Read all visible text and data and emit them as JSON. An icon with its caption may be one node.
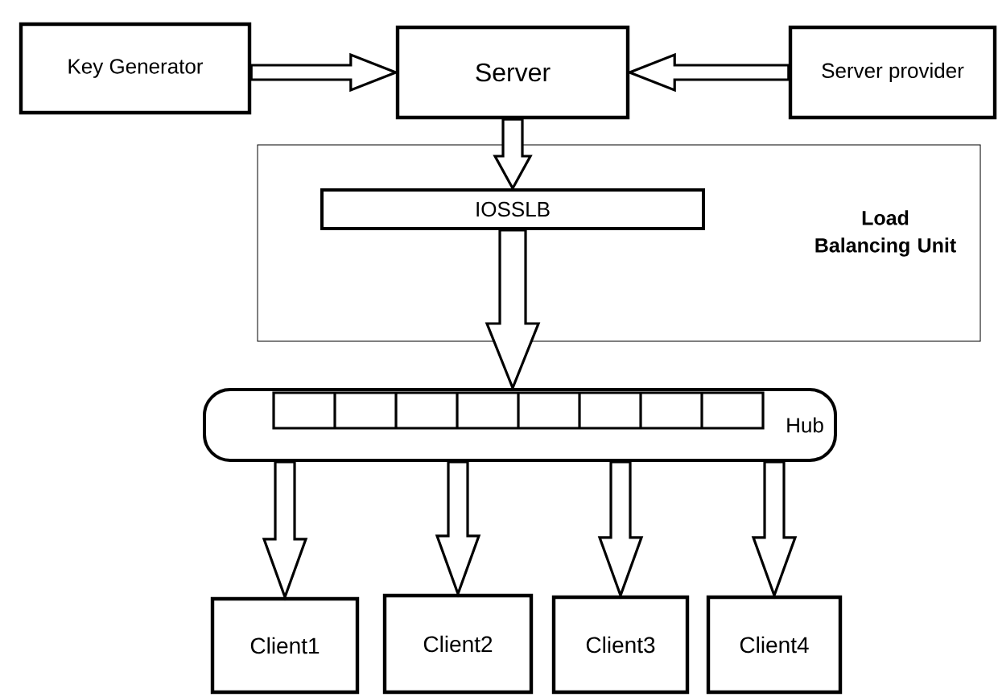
{
  "diagram": {
    "nodes": [
      {
        "text": [
          "Key Generator"
        ]
      },
      {
        "text": [
          "Server"
        ]
      },
      {
        "text": [
          "Server provider"
        ]
      },
      {
        "text": [
          "Load Balancing Unit"
        ]
      },
      {
        "text": [
          "IOSSLB"
        ],
        "in": 3
      },
      {
        "text": [
          "Hub"
        ]
      },
      {
        "text": [
          "Client1"
        ]
      },
      {
        "text": [
          "Client2"
        ]
      },
      {
        "text": [
          "Client3"
        ]
      },
      {
        "text": [
          "Client4"
        ]
      }
    ],
    "edges": [
      {
        "from": 0,
        "to": 1,
        "arrow": "to"
      },
      {
        "from": 2,
        "to": 1,
        "arrow": "to"
      },
      {
        "from": 1,
        "to": 4,
        "arrow": "to"
      },
      {
        "from": 4,
        "to": 5,
        "arrow": "to"
      },
      {
        "from": 5,
        "to": 6,
        "arrow": "to"
      },
      {
        "from": 5,
        "to": 7,
        "arrow": "to"
      },
      {
        "from": 5,
        "to": 8,
        "arrow": "to"
      },
      {
        "from": 5,
        "to": 9,
        "arrow": "to"
      }
    ]
  }
}
